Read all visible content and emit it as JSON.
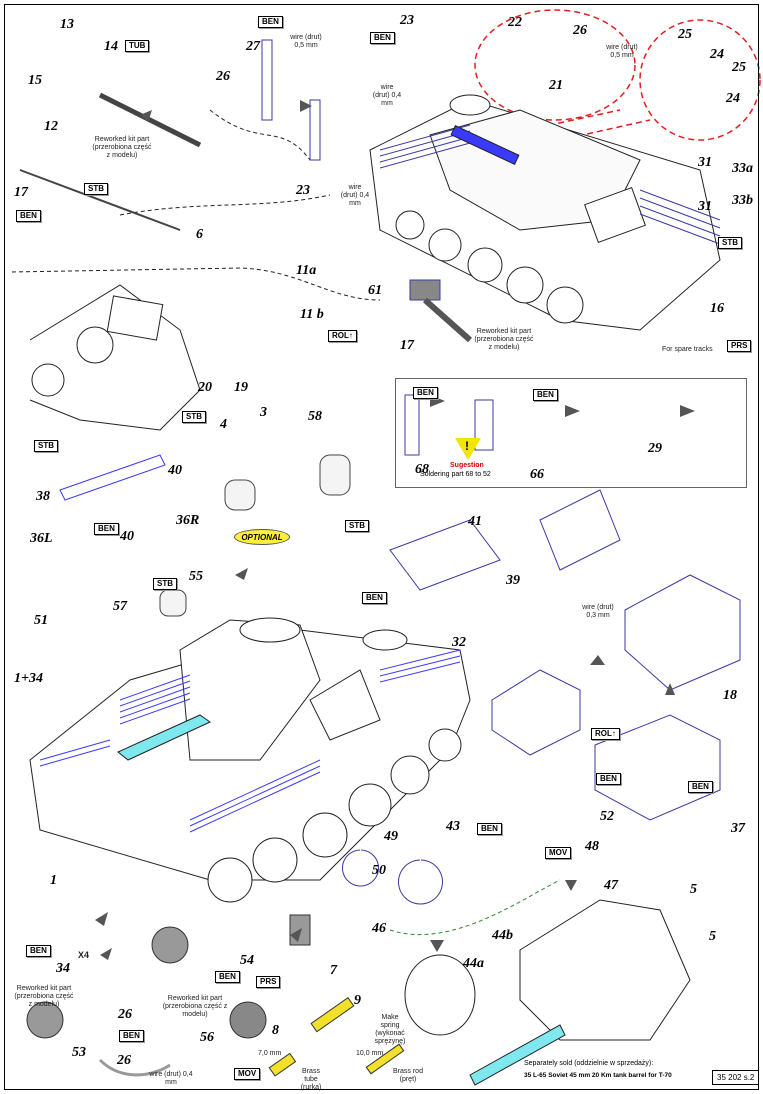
{
  "tags": {
    "ben": "BEN",
    "stb": "STB",
    "tub": "TUB",
    "rol": "ROL↑",
    "prs": "PRS",
    "mov": "MOV"
  },
  "parts": {
    "p13": "13",
    "p14": "14",
    "p15": "15",
    "p12": "12",
    "p17a": "17",
    "p6": "6",
    "p27": "27",
    "p26a": "26",
    "p23a": "23",
    "p22": "22",
    "p26b": "26",
    "p21": "21",
    "p25a": "25",
    "p24a": "24",
    "p25b": "25",
    "p24b": "24",
    "p23b": "23",
    "p31a": "31",
    "p33a": "33a",
    "p33b": "33b",
    "p31b": "31",
    "p11a": "11a",
    "p11b": "11 b",
    "p61": "61",
    "p17b": "17",
    "p16": "16",
    "p20": "20",
    "p19": "19",
    "p4": "4",
    "p3": "3",
    "p58": "58",
    "p40a": "40",
    "p38": "38",
    "p40b": "40",
    "p36r": "36R",
    "p36l": "36L",
    "p68": "68",
    "p66": "66",
    "p29": "29",
    "p41": "41",
    "p39": "39",
    "p32": "32",
    "p55": "55",
    "p57": "57",
    "p51": "51",
    "p1_34": "1+34",
    "p18": "18",
    "p52": "52",
    "p37": "37",
    "p49": "49",
    "p43": "43",
    "p48": "48",
    "p47": "47",
    "p50": "50",
    "p46": "46",
    "p44b": "44b",
    "p44a": "44a",
    "p5a": "5",
    "p5b": "5",
    "p1": "1",
    "p34": "34",
    "p26c": "26",
    "p53": "53",
    "p26d": "26",
    "p54": "54",
    "p56": "56",
    "p7": "7",
    "p9": "9",
    "p8": "8"
  },
  "text": {
    "reworked": "Reworked kit part (przerobiona część z modelu)",
    "wire05": "wire (drut) 0,5 mm",
    "wire04": "wire (drut) 0,4 mm",
    "wire03": "wire (drut) 0,3 mm",
    "spare": "For spare tracks",
    "optional": "OPTIONAL",
    "suggestion": "Sugestion",
    "soldering": "Soldering part 68 to 52",
    "x4": "X4",
    "spring": "Make spring (wykonać sprężynę)",
    "mm7": "7,0 mm",
    "mm10": "10,0 mm",
    "tube": "Brass tube (rurka)",
    "rod": "Brass rod (pręt)",
    "sold1": "Separately sold (oddzielnie w sprzedaży):",
    "sold2": "35 L-65 Soviet 45 mm 20 Km tank barrel for T-70",
    "code": "35 202 s.2"
  },
  "colors": {
    "line": "#3a3aa0",
    "part": "#4a4ae0",
    "brass": "#f2e02a",
    "barrel": "#7fe8ee",
    "dash": "#e02020"
  }
}
